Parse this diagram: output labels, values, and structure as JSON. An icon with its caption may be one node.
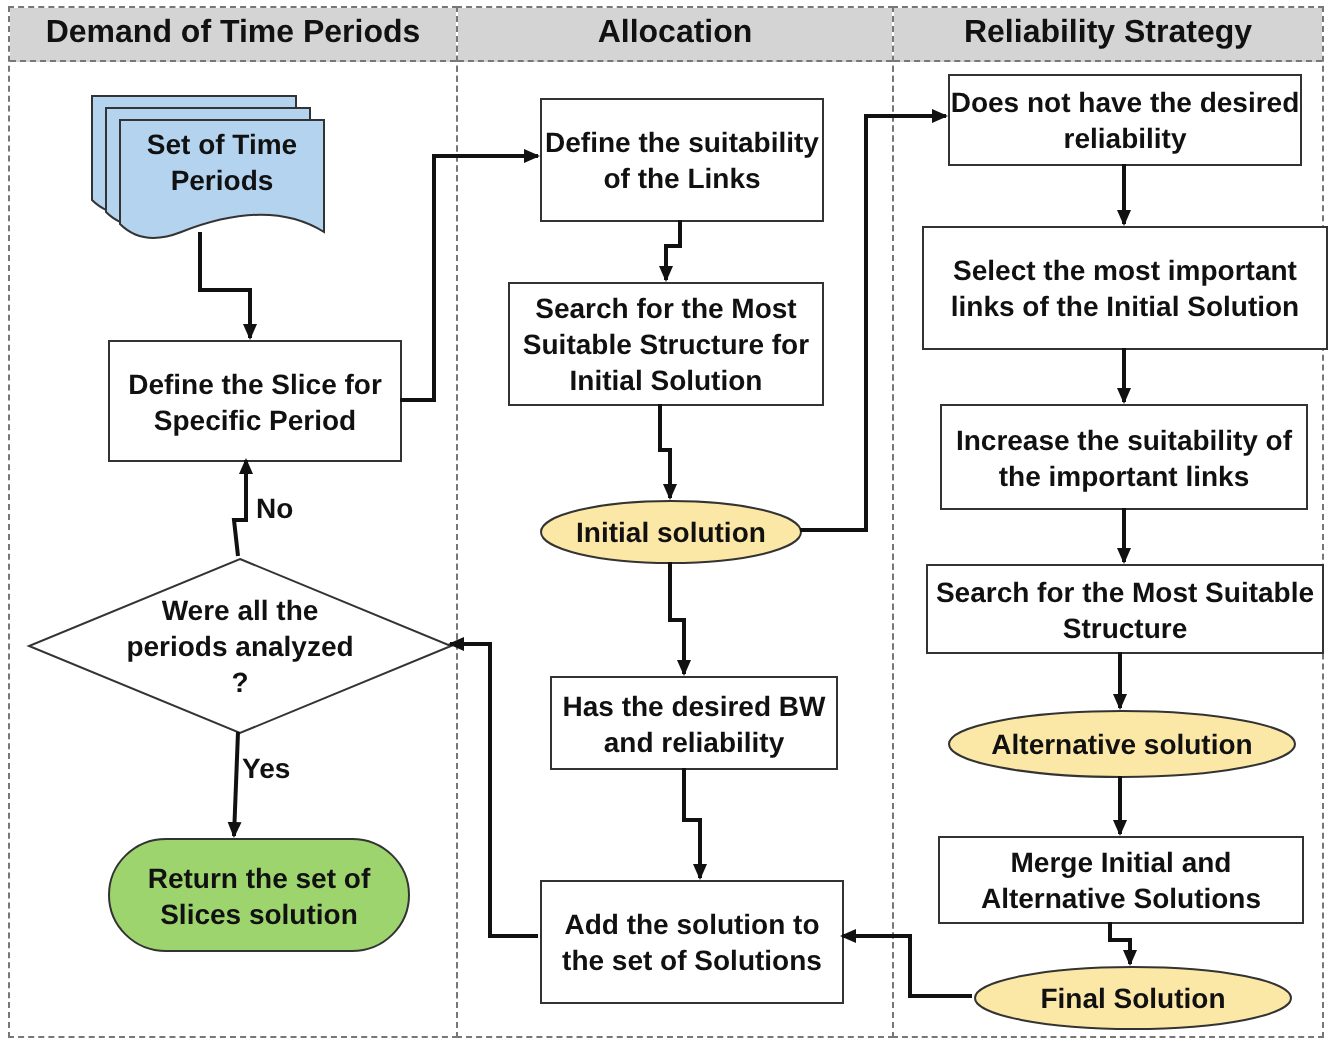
{
  "diagram": {
    "nodes": [
      {
        "text": [
          "Demand of Time Periods"
        ]
      },
      {
        "text": [
          "Allocation"
        ]
      },
      {
        "text": [
          "Reliability Strategy"
        ]
      },
      {
        "text": [
          "Set of Time Periods"
        ],
        "in": 0
      },
      {
        "text": [
          "Define the Slice for Specific Period"
        ],
        "in": 0
      },
      {
        "text": [
          "Were all the periods analyzed ?"
        ],
        "in": 0
      },
      {
        "text": [
          "Return the set of Slices solution"
        ],
        "in": 0
      },
      {
        "text": [
          "Define the suitability of the Links"
        ],
        "in": 1
      },
      {
        "text": [
          "Search for the Most Suitable Structure for Initial Solution"
        ],
        "in": 1
      },
      {
        "text": [
          "Initial solution"
        ],
        "in": 1
      },
      {
        "text": [
          "Has the desired BW and reliability"
        ],
        "in": 1
      },
      {
        "text": [
          "Add the solution to the set of Solutions"
        ],
        "in": 1
      },
      {
        "text": [
          "Does not have the desired reliability"
        ],
        "in": 2
      },
      {
        "text": [
          "Select the most important links of the Initial Solution"
        ],
        "in": 2
      },
      {
        "text": [
          "Increase the suitability of the important links"
        ],
        "in": 2
      },
      {
        "text": [
          "Search for the Most Suitable Structure"
        ],
        "in": 2
      },
      {
        "text": [
          "Alternative solution"
        ],
        "in": 2
      },
      {
        "text": [
          "Merge Initial and Alternative Solutions"
        ],
        "in": 2
      },
      {
        "text": [
          "Final Solution"
        ],
        "in": 2
      }
    ],
    "edges": [
      {
        "from": 3,
        "to": 4,
        "arrow": "to"
      },
      {
        "from": 4,
        "to": 7,
        "arrow": "to"
      },
      {
        "from": 5,
        "to": 4,
        "arrow": "to",
        "label": "No"
      },
      {
        "from": 5,
        "to": 6,
        "arrow": "to",
        "label": "Yes"
      },
      {
        "from": 7,
        "to": 8,
        "arrow": "to"
      },
      {
        "from": 8,
        "to": 9,
        "arrow": "to"
      },
      {
        "from": 9,
        "to": 12,
        "arrow": "to"
      },
      {
        "from": 9,
        "to": 10,
        "arrow": "to"
      },
      {
        "from": 10,
        "to": 11,
        "arrow": "to"
      },
      {
        "from": 11,
        "to": 5,
        "arrow": "to"
      },
      {
        "from": 12,
        "to": 13,
        "arrow": "to"
      },
      {
        "from": 13,
        "to": 14,
        "arrow": "to"
      },
      {
        "from": 14,
        "to": 15,
        "arrow": "to"
      },
      {
        "from": 15,
        "to": 16,
        "arrow": "to"
      },
      {
        "from": 16,
        "to": 17,
        "arrow": "to"
      },
      {
        "from": 17,
        "to": 18,
        "arrow": "to"
      },
      {
        "from": 18,
        "to": 11,
        "arrow": "to"
      }
    ]
  }
}
